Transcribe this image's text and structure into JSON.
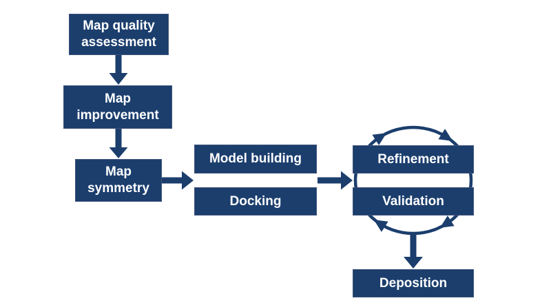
{
  "diagram": {
    "colors": {
      "accent": "#1b3e6d",
      "label_text": "#ffffff",
      "background": "#ffffff",
      "node_border": "#3f537a"
    },
    "nodes": [
      {
        "id": "map-quality-assessment",
        "label": "Map quality\nassessment"
      },
      {
        "id": "map-improvement",
        "label": "Map\nimprovement"
      },
      {
        "id": "map-symmetry",
        "label": "Map\nsymmetry"
      },
      {
        "id": "model-building",
        "label": "Model building"
      },
      {
        "id": "docking",
        "label": "Docking"
      },
      {
        "id": "refinement",
        "label": "Refinement"
      },
      {
        "id": "validation",
        "label": "Validation"
      },
      {
        "id": "deposition",
        "label": "Deposition"
      }
    ],
    "edges": [
      {
        "from": "map-quality-assessment",
        "to": "map-improvement",
        "type": "arrow-down"
      },
      {
        "from": "map-improvement",
        "to": "map-symmetry",
        "type": "arrow-down"
      },
      {
        "from": "map-symmetry",
        "to": "model-building / docking",
        "type": "arrow-right"
      },
      {
        "from": "model-building / docking",
        "to": "refinement / validation",
        "type": "arrow-right"
      },
      {
        "cycle": [
          "refinement",
          "validation"
        ],
        "direction": "clockwise",
        "type": "circular-cycle"
      },
      {
        "from": "refinement / validation cycle",
        "to": "deposition",
        "type": "arrow-down"
      }
    ]
  }
}
